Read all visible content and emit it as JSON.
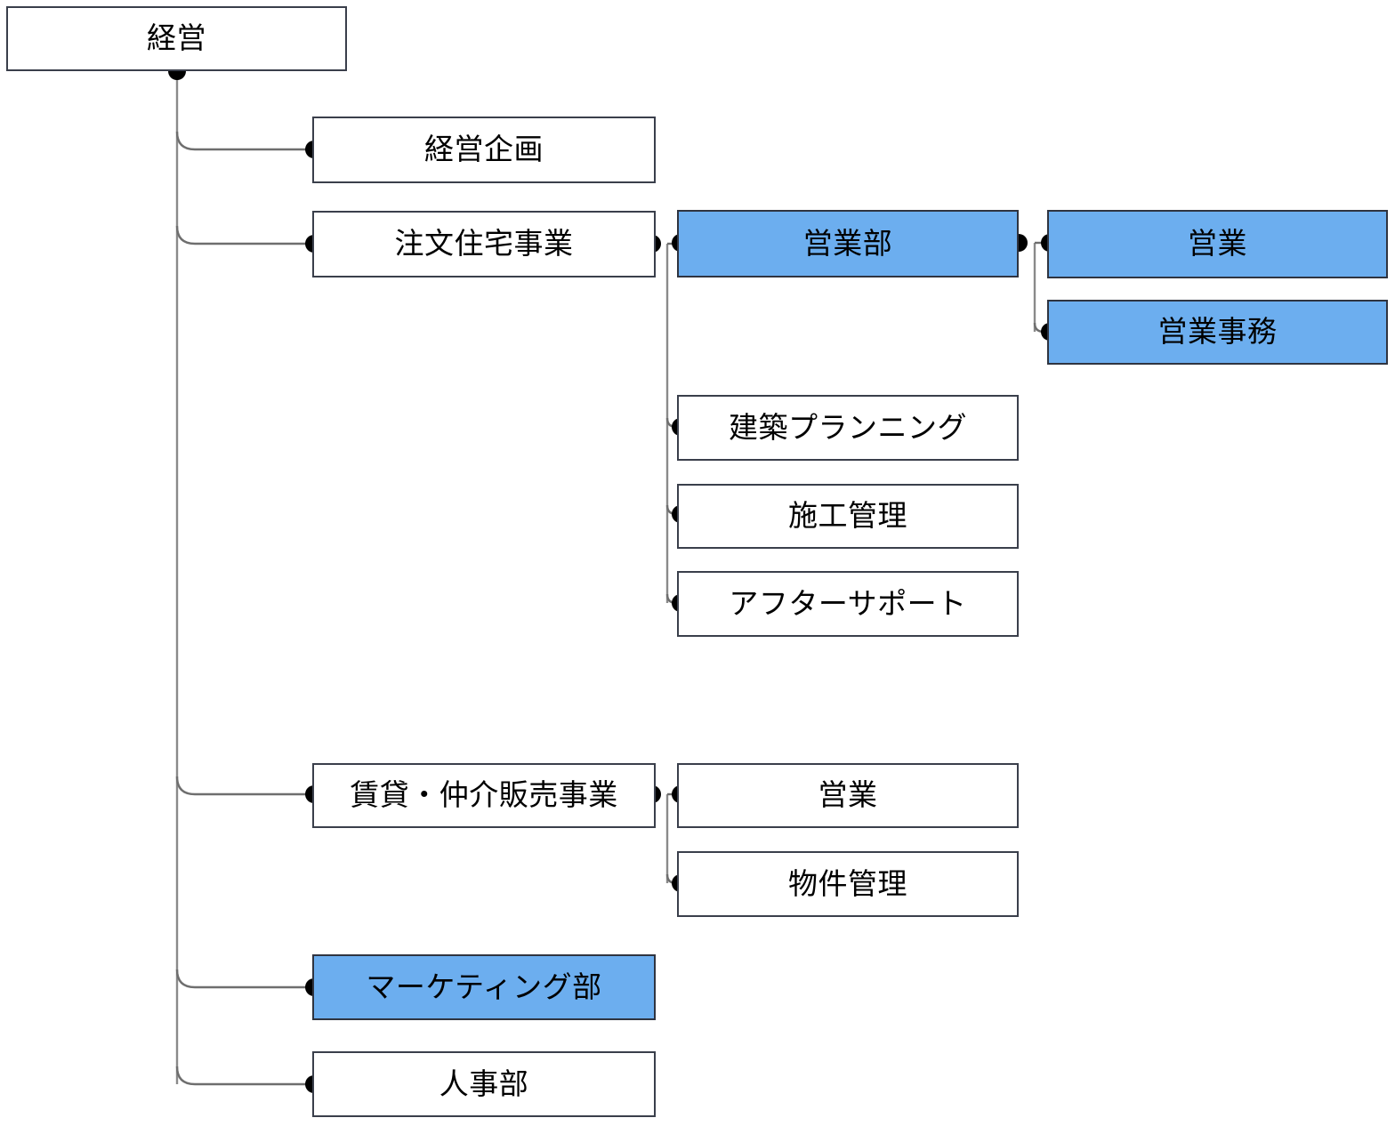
{
  "diagram": {
    "type": "organization-chart",
    "title": "",
    "orientation": "left-to-right",
    "colors": {
      "accent_fill": "#6CAEEF",
      "default_fill": "#FFFFFF",
      "border": "#3A3F4B",
      "connector": "#6E6E6E",
      "connector_dot": "#000000",
      "text": "#000000"
    },
    "nodes": {
      "root": {
        "label": "経営",
        "highlighted": false
      },
      "keiei_kikaku": {
        "label": "経営企画",
        "highlighted": false
      },
      "chumon_jutaku": {
        "label": "注文住宅事業",
        "highlighted": false
      },
      "eigyou_bu": {
        "label": "営業部",
        "highlighted": true
      },
      "eigyou": {
        "label": "営業",
        "highlighted": true
      },
      "eigyou_jimu": {
        "label": "営業事務",
        "highlighted": true
      },
      "kenchiku_planning": {
        "label": "建築プランニング",
        "highlighted": false
      },
      "sekou_kanri": {
        "label": "施工管理",
        "highlighted": false
      },
      "after_support": {
        "label": "アフターサポート",
        "highlighted": false
      },
      "chintai_chukai": {
        "label": "賃貸・仲介販売事業",
        "highlighted": false
      },
      "chintai_eigyou": {
        "label": "営業",
        "highlighted": false
      },
      "bukken_kanri": {
        "label": "物件管理",
        "highlighted": false
      },
      "marketing_bu": {
        "label": "マーケティング部",
        "highlighted": true
      },
      "jinji_bu": {
        "label": "人事部",
        "highlighted": false
      }
    },
    "edges": [
      {
        "from": "root",
        "to": "keiei_kikaku"
      },
      {
        "from": "root",
        "to": "chumon_jutaku"
      },
      {
        "from": "root",
        "to": "chintai_chukai"
      },
      {
        "from": "root",
        "to": "marketing_bu"
      },
      {
        "from": "root",
        "to": "jinji_bu"
      },
      {
        "from": "chumon_jutaku",
        "to": "eigyou_bu"
      },
      {
        "from": "chumon_jutaku",
        "to": "kenchiku_planning"
      },
      {
        "from": "chumon_jutaku",
        "to": "sekou_kanri"
      },
      {
        "from": "chumon_jutaku",
        "to": "after_support"
      },
      {
        "from": "eigyou_bu",
        "to": "eigyou"
      },
      {
        "from": "eigyou_bu",
        "to": "eigyou_jimu"
      },
      {
        "from": "chintai_chukai",
        "to": "chintai_eigyou"
      },
      {
        "from": "chintai_chukai",
        "to": "bukken_kanri"
      }
    ]
  }
}
